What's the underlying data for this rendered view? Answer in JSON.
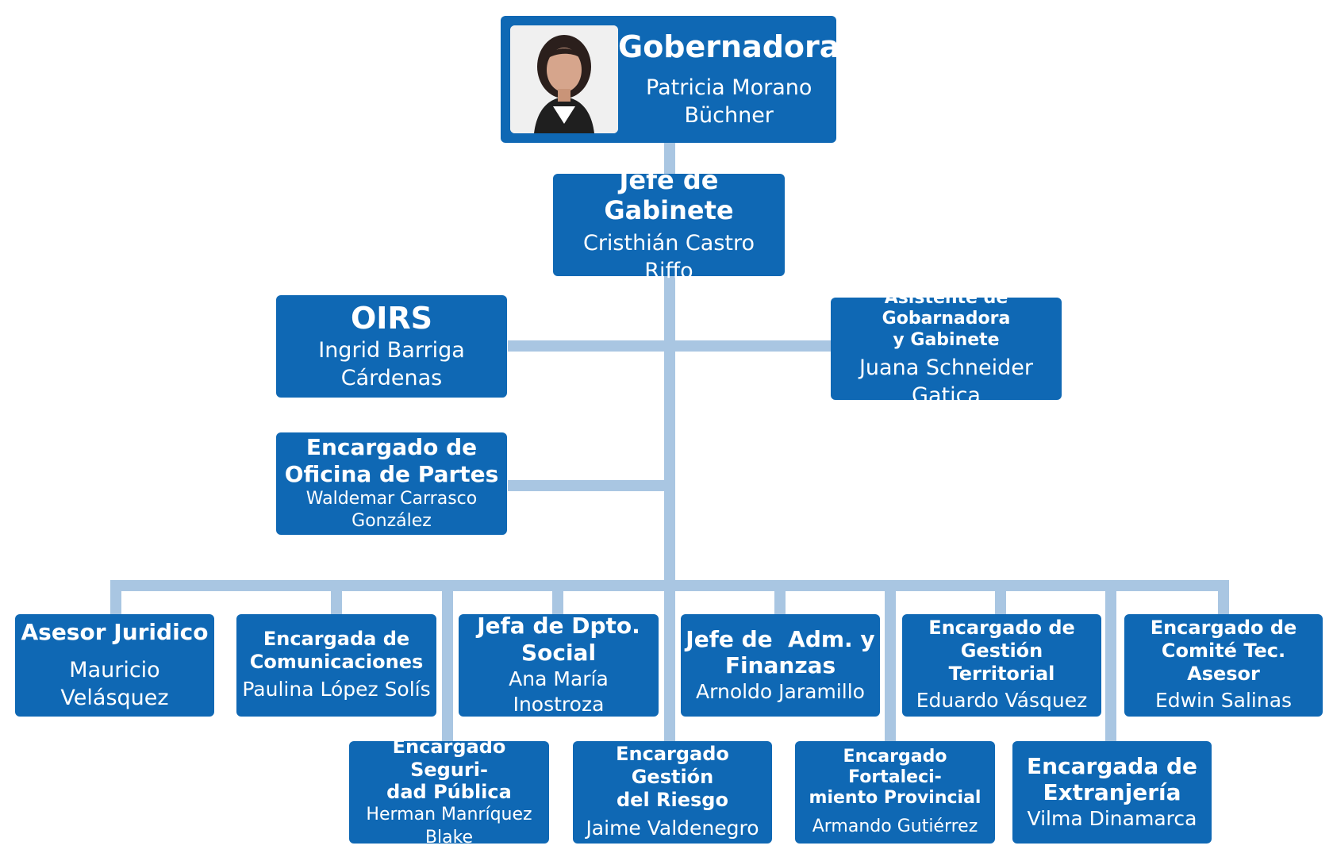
{
  "gobernadora": {
    "title": "Gobernadora",
    "name_line1": "Patricia Morano",
    "name_line2": "Büchner",
    "photo": "portrait-photo"
  },
  "jefe_gabinete": {
    "title": "Jefe de Gabinete",
    "name_line1": "Cristhián Castro",
    "name_line2": "Riffo"
  },
  "oirs": {
    "title": "OIRS",
    "name_line1": "Ingrid Barriga",
    "name_line2": "Cárdenas"
  },
  "asistente": {
    "title_line1": "Asistente de Gobarnadora",
    "title_line2": "y Gabinete",
    "name": "Juana Schneider Gatica"
  },
  "oficina_partes": {
    "title_line1": "Encargado de",
    "title_line2": "Oficina de Partes",
    "name_line1": "Waldemar Carrasco",
    "name_line2": "González"
  },
  "asesor_juridico": {
    "title": "Asesor Juridico",
    "name": "Mauricio Velásquez"
  },
  "comunicaciones": {
    "title_line1": "Encargada de",
    "title_line2": "Comunicaciones",
    "name": "Paulina López Solís"
  },
  "dpto_social": {
    "title_line1": "Jefa de Dpto.",
    "title_line2": "Social",
    "name": "Ana María Inostroza"
  },
  "adm_finanzas": {
    "title_line1": "Jefe de  Adm. y",
    "title_line2": "Finanzas",
    "name": "Arnoldo Jaramillo"
  },
  "gestion_territorial": {
    "title_line1": "Encargado de",
    "title_line2": "Gestión Territorial",
    "name": "Eduardo Vásquez"
  },
  "comite_tec": {
    "title_line1": "Encargado de",
    "title_line2": "Comité Tec. Asesor",
    "name": "Edwin Salinas"
  },
  "seguridad_publica": {
    "title_line1": "Encargado Seguri-",
    "title_line2": "dad Pública",
    "name_line1": "Herman Manríquez",
    "name_line2": "Blake"
  },
  "gestion_riesgo": {
    "title_line1": "Encargado Gestión",
    "title_line2": "del Riesgo",
    "name": "Jaime Valdenegro"
  },
  "fortalecimiento": {
    "title_line1": "Encargado Fortaleci-",
    "title_line2": "miento Provincial",
    "name": "Armando Gutiérrez"
  },
  "extranjeria": {
    "title_line1": "Encargada de",
    "title_line2": "Extranjería",
    "name": "Vilma Dinamarca"
  },
  "colors": {
    "box": "#0f68b4",
    "connector": "#a9c6e2",
    "text": "#ffffff"
  }
}
